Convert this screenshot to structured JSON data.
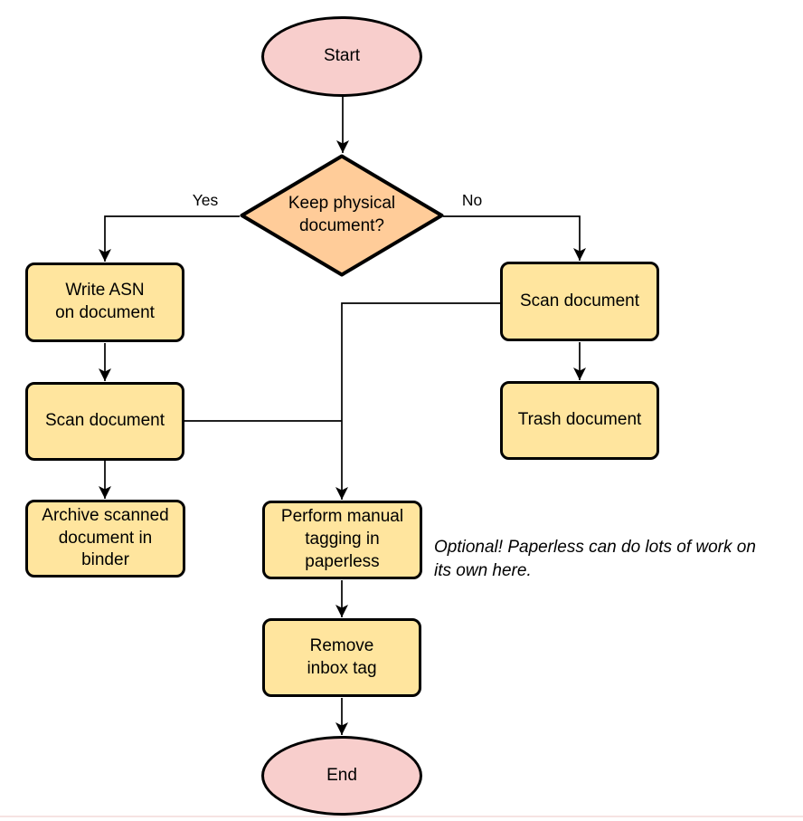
{
  "diagram_type": "flowchart",
  "nodes": {
    "start": {
      "label": "Start",
      "shape": "ellipse",
      "fill": "#F8CECC"
    },
    "decision": {
      "label": "Keep physical\ndocument?",
      "shape": "diamond",
      "fill": "#FFCC99"
    },
    "write_asn": {
      "label": "Write ASN\non document",
      "shape": "process",
      "fill": "#FFE59E"
    },
    "scan_left": {
      "label": "Scan document",
      "shape": "process",
      "fill": "#FFE59E"
    },
    "archive": {
      "label": "Archive scanned\ndocument in\nbinder",
      "shape": "process",
      "fill": "#FFE59E"
    },
    "scan_right": {
      "label": "Scan document",
      "shape": "process",
      "fill": "#FFE59E"
    },
    "trash": {
      "label": "Trash document",
      "shape": "process",
      "fill": "#FFE59E"
    },
    "tagging": {
      "label": "Perform manual\ntagging in\npaperless",
      "shape": "process",
      "fill": "#FFE59E"
    },
    "remove_inbox": {
      "label": "Remove\ninbox tag",
      "shape": "process",
      "fill": "#FFE59E"
    },
    "end": {
      "label": "End",
      "shape": "ellipse",
      "fill": "#F8CECC"
    }
  },
  "edge_labels": {
    "yes": "Yes",
    "no": "No"
  },
  "edges": [
    {
      "from": "start",
      "to": "decision",
      "label": ""
    },
    {
      "from": "decision",
      "to": "write_asn",
      "label": "Yes"
    },
    {
      "from": "decision",
      "to": "scan_right",
      "label": "No"
    },
    {
      "from": "write_asn",
      "to": "scan_left",
      "label": ""
    },
    {
      "from": "scan_left",
      "to": "archive",
      "label": ""
    },
    {
      "from": "scan_right",
      "to": "trash",
      "label": ""
    },
    {
      "from": "scan_right",
      "to": "tagging",
      "label": ""
    },
    {
      "from": "scan_left",
      "to": "tagging",
      "label": ""
    },
    {
      "from": "tagging",
      "to": "remove_inbox",
      "label": ""
    },
    {
      "from": "remove_inbox",
      "to": "end",
      "label": ""
    }
  ],
  "annotation": {
    "text": "Optional! Paperless can do lots of work on\nits own here."
  },
  "colors": {
    "terminal_fill": "#F8CECC",
    "decision_fill": "#FFCC99",
    "process_fill": "#FFE59E",
    "stroke": "#000000",
    "background": "#FFFFFF"
  }
}
